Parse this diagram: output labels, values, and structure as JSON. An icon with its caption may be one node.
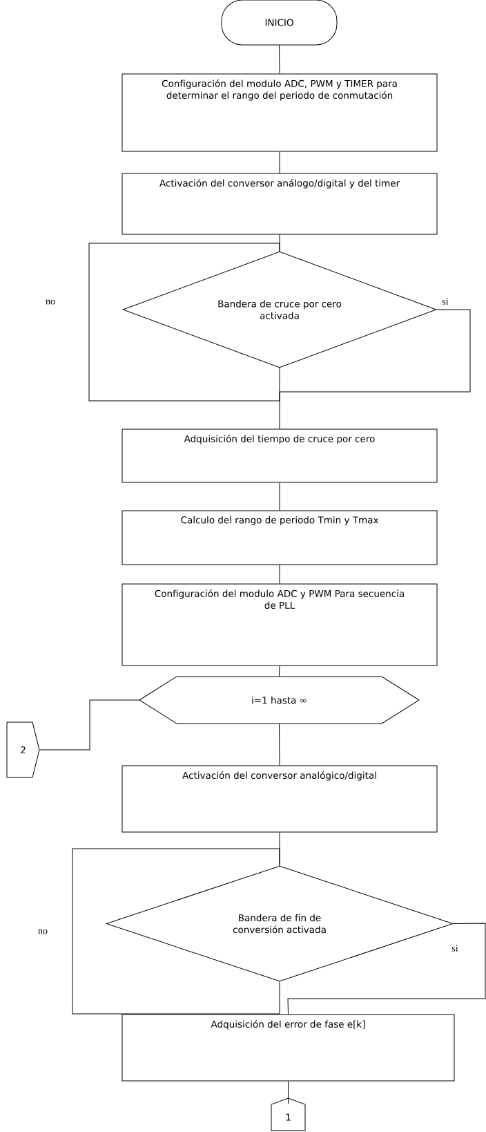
{
  "diagram": {
    "nodes": [
      {
        "text": [
          "INICIO"
        ]
      },
      {
        "text": [
          "Configuración del modulo ADC, PWM y TIMER para determinar el rango del periodo de conmutación"
        ]
      },
      {
        "text": [
          "Activación del conversor análogo/digital y del timer"
        ]
      },
      {
        "text": [
          "Bandera de cruce por cero activada"
        ]
      },
      {
        "text": [
          "Adquisición del tiempo de cruce por cero"
        ]
      },
      {
        "text": [
          "Calculo del rango de periodo Tmin y Tmax"
        ]
      },
      {
        "text": [
          "Configuración del modulo ADC y PWM Para secuencia de PLL"
        ]
      },
      {
        "text": [
          "i=1 hasta ∞"
        ]
      },
      {
        "text": [
          "2"
        ]
      },
      {
        "text": [
          "Activación del conversor analógico/digital"
        ]
      },
      {
        "text": [
          "Bandera de fin de conversión activada"
        ]
      },
      {
        "text": [
          "Adquisición del error de fase e[k]"
        ]
      },
      {
        "text": [
          "1"
        ]
      }
    ],
    "edges": [
      {
        "from": 0,
        "to": 1,
        "arrow": "none"
      },
      {
        "from": 1,
        "to": 2,
        "arrow": "none"
      },
      {
        "from": 2,
        "to": 3,
        "arrow": "none"
      },
      {
        "from": 3,
        "to": 3,
        "arrow": "none",
        "label": "no"
      },
      {
        "from": 3,
        "to": 4,
        "arrow": "none",
        "label": "si"
      },
      {
        "from": 4,
        "to": 5,
        "arrow": "none"
      },
      {
        "from": 5,
        "to": 6,
        "arrow": "none"
      },
      {
        "from": 6,
        "to": 7,
        "arrow": "none"
      },
      {
        "from": 7,
        "to": 8,
        "arrow": "none"
      },
      {
        "from": 7,
        "to": 9,
        "arrow": "none"
      },
      {
        "from": 9,
        "to": 10,
        "arrow": "none"
      },
      {
        "from": 10,
        "to": 10,
        "arrow": "none",
        "label": "no"
      },
      {
        "from": 10,
        "to": 11,
        "arrow": "none",
        "label": "si"
      },
      {
        "from": 11,
        "to": 12,
        "arrow": "none"
      }
    ]
  }
}
